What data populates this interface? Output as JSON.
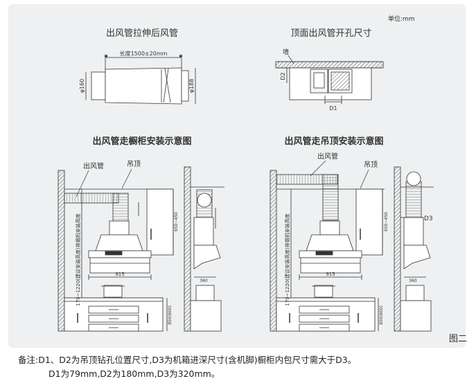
{
  "unit_label": "单位:mm",
  "figure_label": "图二",
  "top_left": {
    "title": "出风管拉伸后风管",
    "length_label": "长度1500±20mm",
    "dia_left": "φ160",
    "dia_right": "φ188"
  },
  "top_right": {
    "title": "顶面出风管开孔尺寸",
    "wall_label": "墙",
    "d2_label": "D2",
    "d1_label": "D1"
  },
  "cabinet": {
    "title": "出风管走橱柜安装示意图",
    "duct_label": "出风管",
    "ceiling_label": "吊顶",
    "vertical_note": "170~1220(建议安装高度)排烟机安装高度",
    "dim_915": "915",
    "dim_360": "360",
    "dim_height": "850(800)",
    "dim_side": "650~450"
  },
  "ceiling": {
    "title": "出风管走吊顶安装示意图",
    "duct_label": "出风管",
    "ceiling_label": "吊顶",
    "vertical_note": "170~1220(建议安装高度)排烟机安装高度",
    "dim_915": "915",
    "dim_360": "360",
    "d3_label": "D3",
    "dim_height": "850(800)",
    "dim_side": "650~450"
  },
  "note": {
    "line1": "备注:D1、D2为吊顶钻孔位置尺寸,D3为机箱进深尺寸(含机脚)橱柜内包尺寸需大于D3。",
    "line2": "D1为79mm,D2为180mm,D3为320mm。"
  }
}
